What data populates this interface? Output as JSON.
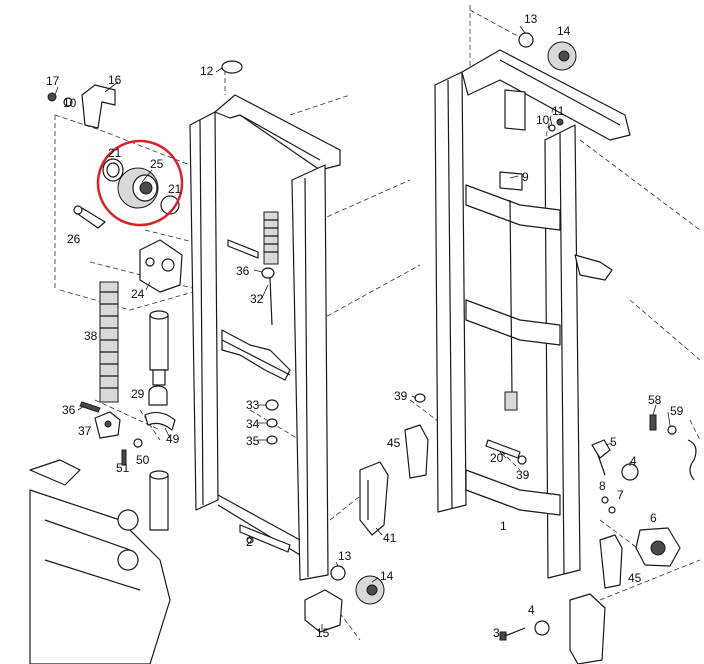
{
  "highlight_color": "#d9202a",
  "callouts": [
    {
      "id": "c17",
      "text": "17"
    },
    {
      "id": "c16",
      "text": "16"
    },
    {
      "id": "c10a",
      "text": "10"
    },
    {
      "id": "c21a",
      "text": "21"
    },
    {
      "id": "c25",
      "text": "25"
    },
    {
      "id": "c21b",
      "text": "21"
    },
    {
      "id": "c26",
      "text": "26"
    },
    {
      "id": "c24",
      "text": "24"
    },
    {
      "id": "c38",
      "text": "38"
    },
    {
      "id": "c12",
      "text": "12"
    },
    {
      "id": "c36a",
      "text": "36"
    },
    {
      "id": "c32",
      "text": "32"
    },
    {
      "id": "c29",
      "text": "29"
    },
    {
      "id": "c36b",
      "text": "36"
    },
    {
      "id": "c37",
      "text": "37"
    },
    {
      "id": "c49",
      "text": "49"
    },
    {
      "id": "c50",
      "text": "50"
    },
    {
      "id": "c51",
      "text": "51"
    },
    {
      "id": "c33",
      "text": "33"
    },
    {
      "id": "c34",
      "text": "34"
    },
    {
      "id": "c35",
      "text": "35"
    },
    {
      "id": "c2",
      "text": "2"
    },
    {
      "id": "c13a",
      "text": "13"
    },
    {
      "id": "c14a",
      "text": "14"
    },
    {
      "id": "c15",
      "text": "15"
    },
    {
      "id": "c41",
      "text": "41"
    },
    {
      "id": "c13b",
      "text": "13"
    },
    {
      "id": "c14b",
      "text": "14"
    },
    {
      "id": "c11",
      "text": "11"
    },
    {
      "id": "c10b",
      "text": "10"
    },
    {
      "id": "c9",
      "text": "9"
    },
    {
      "id": "c39a",
      "text": "39"
    },
    {
      "id": "c45a",
      "text": "45"
    },
    {
      "id": "c20",
      "text": "20"
    },
    {
      "id": "c39b",
      "text": "39"
    },
    {
      "id": "c1",
      "text": "1"
    },
    {
      "id": "c58",
      "text": "58"
    },
    {
      "id": "c59",
      "text": "59"
    },
    {
      "id": "c5",
      "text": "5"
    },
    {
      "id": "c4a",
      "text": "4"
    },
    {
      "id": "c8",
      "text": "8"
    },
    {
      "id": "c7",
      "text": "7"
    },
    {
      "id": "c6",
      "text": "6"
    },
    {
      "id": "c45b",
      "text": "45"
    },
    {
      "id": "c4b",
      "text": "4"
    },
    {
      "id": "c3",
      "text": "3"
    }
  ]
}
